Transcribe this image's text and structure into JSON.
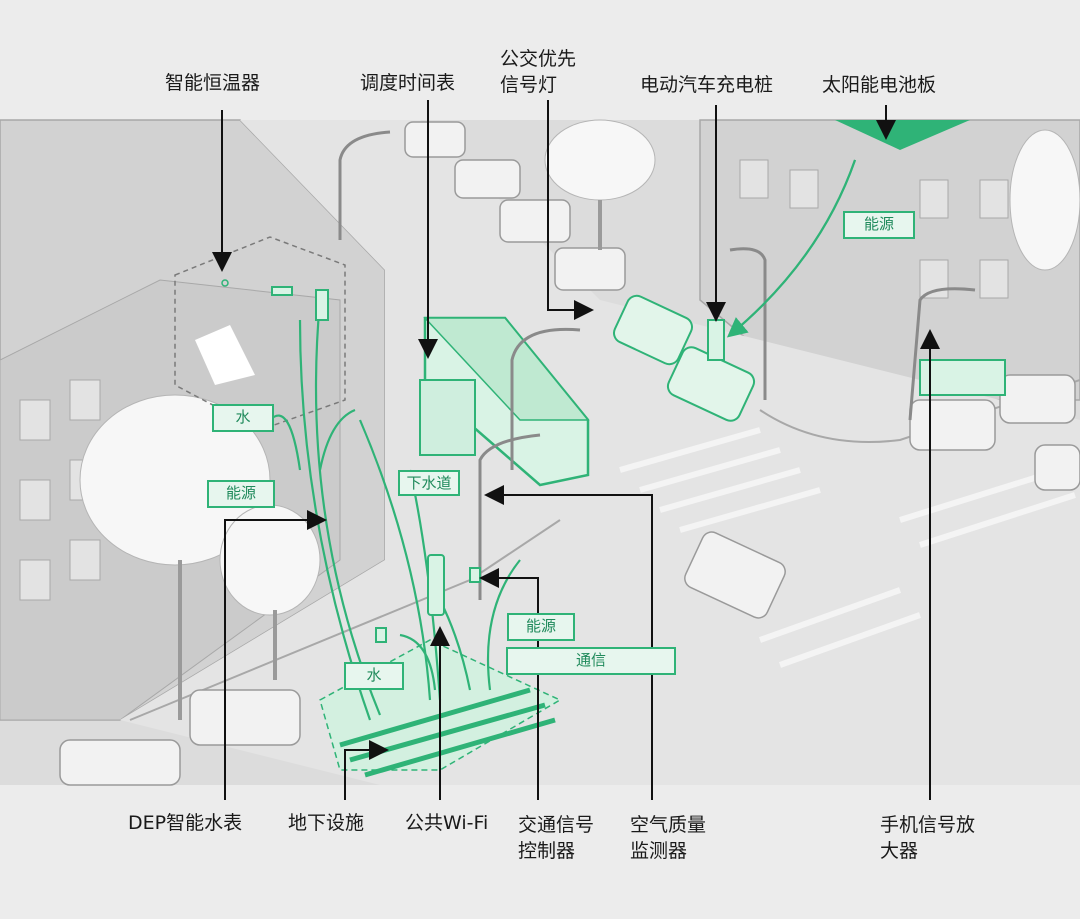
{
  "labels": {
    "thermostat": "智能恒温器",
    "schedule": "调度时间表",
    "bus_signal": [
      "公交优先",
      "信号灯"
    ],
    "ev_charger": "电动汽车充电桩",
    "solar": "太阳能电池板",
    "water_meter": "DEP智能水表",
    "underground": "地下设施",
    "wifi": "公共Wi-Fi",
    "traffic_controller": [
      "交通信号",
      "控制器"
    ],
    "air_quality": [
      "空气质量",
      "监测器"
    ],
    "cell_booster": [
      "手机信号放",
      "大器"
    ]
  },
  "tags": {
    "water": "水",
    "energy": "能源",
    "sewer": "下水道",
    "comm": "通信"
  },
  "colors": {
    "accent": "#2fb377",
    "accent_fill": "#bfe9d1",
    "building": "#d7d7d7",
    "line": "#9a9a9a"
  }
}
